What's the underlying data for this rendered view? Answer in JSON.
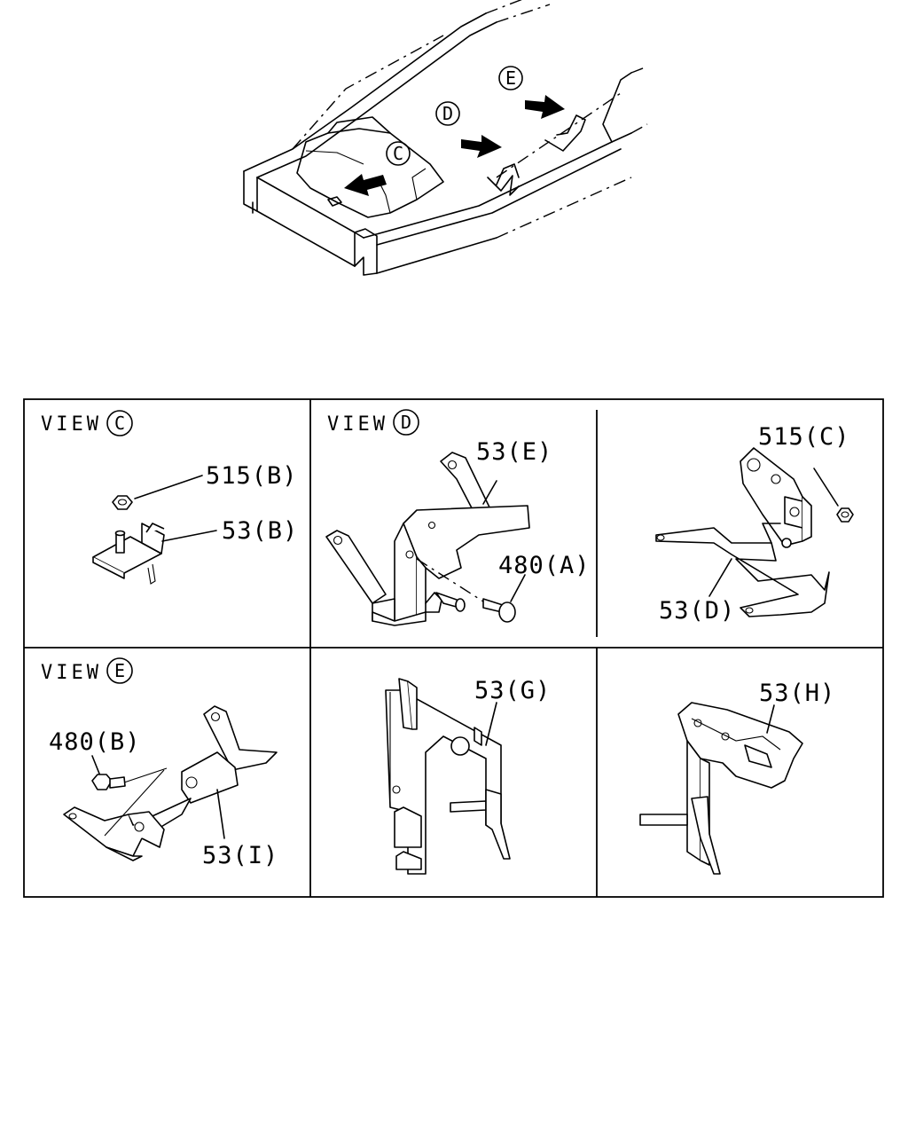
{
  "overview": {
    "markers": [
      {
        "letter": "C"
      },
      {
        "letter": "D"
      },
      {
        "letter": "E"
      }
    ]
  },
  "panels": {
    "view_c": {
      "view_word": "VIEW",
      "view_letter": "C",
      "labels": [
        "515(B)",
        "53(B)"
      ]
    },
    "view_d": {
      "view_word": "VIEW",
      "view_letter": "D",
      "labels": [
        "53(E)",
        "480(A)"
      ]
    },
    "view_d_right": {
      "labels": [
        "515(C)",
        "53(D)"
      ]
    },
    "view_e": {
      "view_word": "VIEW",
      "view_letter": "E",
      "labels": [
        "480(B)",
        "53(I)"
      ]
    },
    "panel_g": {
      "labels": [
        "53(G)"
      ]
    },
    "panel_h": {
      "labels": [
        "53(H)"
      ]
    }
  }
}
